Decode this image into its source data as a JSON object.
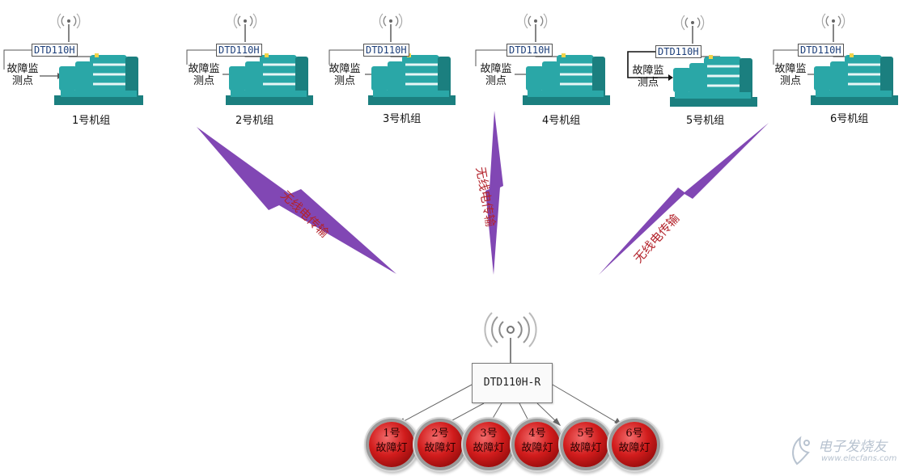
{
  "units": [
    {
      "sensor": "DTD110H",
      "monitor_label": "故障监测点",
      "caption": "1号机组"
    },
    {
      "sensor": "DTD110H",
      "monitor_label": "故障监测点",
      "caption": "2号机组"
    },
    {
      "sensor": "DTD110H",
      "monitor_label": "故障监测点",
      "caption": "3号机组"
    },
    {
      "sensor": "DTD110H",
      "monitor_label": "故障监测点",
      "caption": "4号机组"
    },
    {
      "sensor": "DTD110H",
      "monitor_label": "故障监测点",
      "caption": "5号机组"
    },
    {
      "sensor": "DTD110H",
      "monitor_label": "故障监测点",
      "caption": "6号机组"
    }
  ],
  "transmissions": [
    {
      "label": "无线电传输"
    },
    {
      "label": "无线电传输"
    },
    {
      "label": "无线电传输"
    }
  ],
  "receiver": {
    "label": "DTD110H-R"
  },
  "lamps": [
    {
      "line1": "1号",
      "line2": "故障灯"
    },
    {
      "line1": "2号",
      "line2": "故障灯"
    },
    {
      "line1": "3号",
      "line2": "故障灯"
    },
    {
      "line1": "4号",
      "line2": "故障灯"
    },
    {
      "line1": "5号",
      "line2": "故障灯"
    },
    {
      "line1": "6号",
      "line2": "故障灯"
    }
  ],
  "watermark": {
    "name": "电子发烧友",
    "url": "www.elecfans.com"
  },
  "colors": {
    "machine": "#2aa7a7",
    "machine_dark": "#1b7f7f",
    "bolt": "#7a3db0",
    "bolt_text": "#b3232b",
    "lamp": "#d11c1c"
  }
}
